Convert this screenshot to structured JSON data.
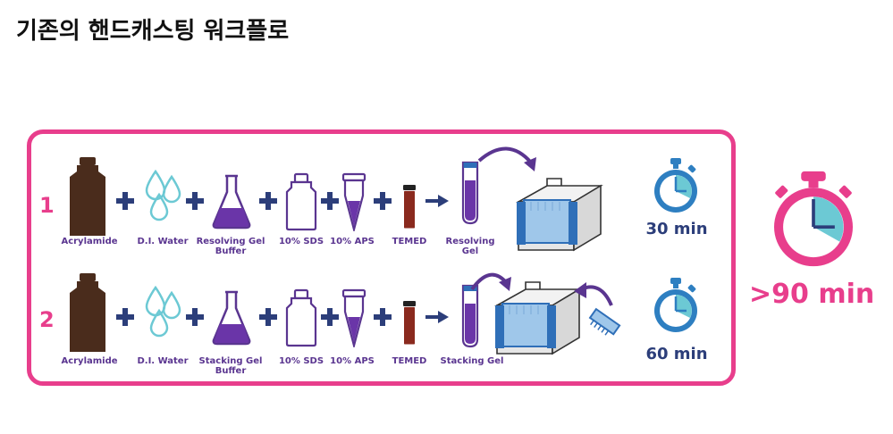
{
  "page": {
    "title": "기존의 핸드캐스팅 워크플로"
  },
  "colors": {
    "border_pink": "#e83e8c",
    "purple": "#5a3590",
    "gel_purple": "#7a3fb0",
    "navy": "#2c3e7a",
    "teal": "#6cc9d4",
    "brown": "#4a2c1c",
    "temed_red": "#8a2a1e",
    "stopwatch_blue": "#2e7fc1",
    "gel_blue": "#2f6fb8"
  },
  "rows": [
    {
      "number": "1",
      "labels": {
        "acrylamide": "Acrylamide",
        "water": "D.I. Water",
        "buffer": "Resolving Gel Buffer",
        "sds": "10% SDS",
        "aps": "10% APS",
        "temed": "TEMED",
        "gel": "Resolving Gel"
      },
      "time": "30 min",
      "icons": [
        "bottle-icon",
        "droplets-icon",
        "flask-icon",
        "sds-bottle-icon",
        "aps-tube-icon",
        "temed-vial-icon",
        "gel-tube-icon",
        "casting-stand-icon",
        "stopwatch-icon"
      ]
    },
    {
      "number": "2",
      "labels": {
        "acrylamide": "Acrylamide",
        "water": "D.I. Water",
        "buffer": "Stacking Gel Buffer",
        "sds": "10% SDS",
        "aps": "10% APS",
        "temed": "TEMED",
        "gel": "Stacking Gel"
      },
      "time": "60 min",
      "icons": [
        "bottle-icon",
        "droplets-icon",
        "flask-icon",
        "sds-bottle-icon",
        "aps-tube-icon",
        "temed-vial-icon",
        "gel-tube-icon",
        "casting-stand-icon",
        "comb-icon",
        "stopwatch-icon"
      ]
    }
  ],
  "total": {
    "time": ">90 min",
    "icon": "large-stopwatch-icon"
  }
}
